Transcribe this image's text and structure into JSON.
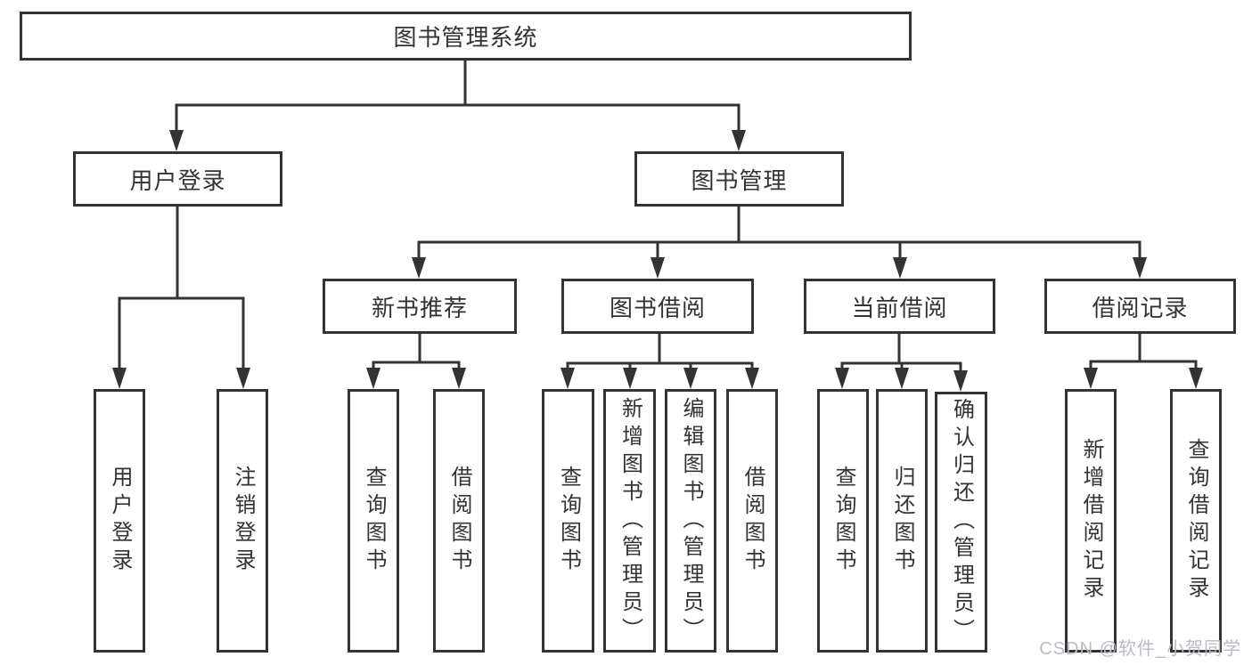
{
  "diagram": {
    "title": "图书管理系统",
    "type": "hierarchy-tree",
    "colors": {
      "line": "#333333",
      "box_border": "#333333",
      "text": "#333333",
      "background": "#ffffff",
      "watermark_text": "#b9bcc2"
    }
  },
  "tree": {
    "label": "图书管理系统",
    "children": [
      {
        "label": "用户登录",
        "children": [
          {
            "label": "用户登录"
          },
          {
            "label": "注销登录"
          }
        ]
      },
      {
        "label": "图书管理",
        "children": [
          {
            "label": "新书推荐",
            "children": [
              {
                "label": "查询图书"
              },
              {
                "label": "借阅图书"
              }
            ]
          },
          {
            "label": "图书借阅",
            "children": [
              {
                "label": "查询图书"
              },
              {
                "label": "新增图书（管理员）"
              },
              {
                "label": "编辑图书（管理员）"
              },
              {
                "label": "借阅图书"
              }
            ]
          },
          {
            "label": "当前借阅",
            "children": [
              {
                "label": "查询图书"
              },
              {
                "label": "归还图书"
              },
              {
                "label": "确认归还（管理员）"
              }
            ]
          },
          {
            "label": "借阅记录",
            "children": [
              {
                "label": "新增借阅记录"
              },
              {
                "label": "查询借阅记录"
              }
            ]
          }
        ]
      }
    ]
  },
  "watermark": {
    "text": "CSDN @软件_小贺同学"
  }
}
